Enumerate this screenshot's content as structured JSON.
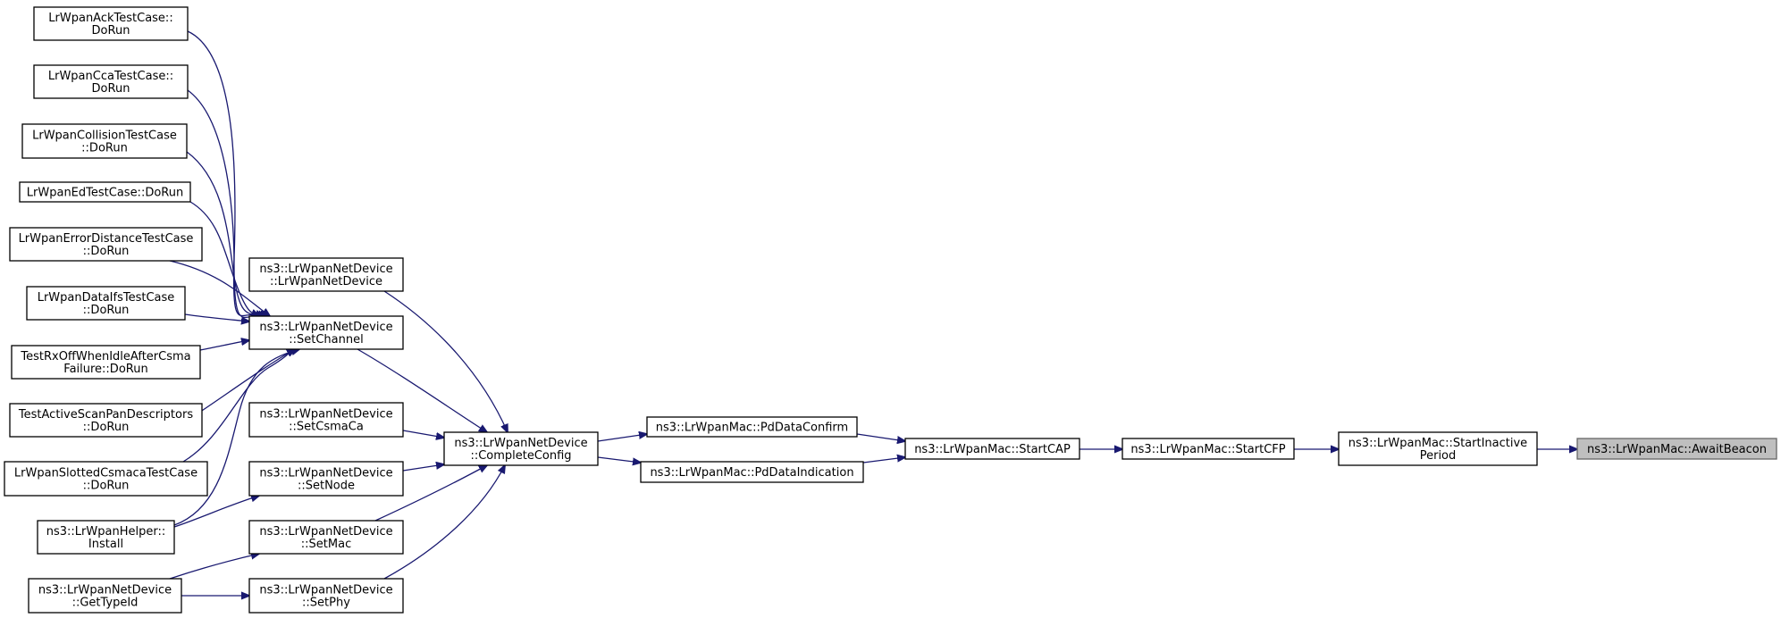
{
  "nodes": {
    "ack": [
      "LrWpanAckTestCase::",
      "DoRun"
    ],
    "cca": [
      "LrWpanCcaTestCase::",
      "DoRun"
    ],
    "collision": [
      "LrWpanCollisionTestCase",
      "::DoRun"
    ],
    "ed": [
      "LrWpanEdTestCase::DoRun"
    ],
    "errdist": [
      "LrWpanErrorDistanceTestCase",
      "::DoRun"
    ],
    "dataifs": [
      "LrWpanDataIfsTestCase",
      "::DoRun"
    ],
    "rxoff": [
      "TestRxOffWhenIdleAfterCsma",
      "Failure::DoRun"
    ],
    "activescan": [
      "TestActiveScanPanDescriptors",
      "::DoRun"
    ],
    "slotted": [
      "LrWpanSlottedCsmacaTestCase",
      "::DoRun"
    ],
    "helper_install": [
      "ns3::LrWpanHelper::",
      "Install"
    ],
    "gettypeid": [
      "ns3::LrWpanNetDevice",
      "::GetTypeId"
    ],
    "ctor": [
      "ns3::LrWpanNetDevice",
      "::LrWpanNetDevice"
    ],
    "setchannel": [
      "ns3::LrWpanNetDevice",
      "::SetChannel"
    ],
    "setcsmaca": [
      "ns3::LrWpanNetDevice",
      "::SetCsmaCa"
    ],
    "setnode": [
      "ns3::LrWpanNetDevice",
      "::SetNode"
    ],
    "setmac": [
      "ns3::LrWpanNetDevice",
      "::SetMac"
    ],
    "setphy": [
      "ns3::LrWpanNetDevice",
      "::SetPhy"
    ],
    "completeconfig": [
      "ns3::LrWpanNetDevice",
      "::CompleteConfig"
    ],
    "pddataconfirm": [
      "ns3::LrWpanMac::PdDataConfirm"
    ],
    "pddataindication": [
      "ns3::LrWpanMac::PdDataIndication"
    ],
    "startcap": [
      "ns3::LrWpanMac::StartCAP"
    ],
    "startcfp": [
      "ns3::LrWpanMac::StartCFP"
    ],
    "startinactive": [
      "ns3::LrWpanMac::StartInactive",
      "Period"
    ],
    "awaitbeacon": [
      "ns3::LrWpanMac::AwaitBeacon"
    ]
  },
  "edges": [
    [
      "ack",
      "setchannel"
    ],
    [
      "cca",
      "setchannel"
    ],
    [
      "collision",
      "setchannel"
    ],
    [
      "ed",
      "setchannel"
    ],
    [
      "errdist",
      "setchannel"
    ],
    [
      "dataifs",
      "setchannel"
    ],
    [
      "rxoff",
      "setchannel"
    ],
    [
      "activescan",
      "setchannel"
    ],
    [
      "slotted",
      "setchannel"
    ],
    [
      "helper_install",
      "setchannel"
    ],
    [
      "helper_install",
      "setnode"
    ],
    [
      "gettypeid",
      "setmac"
    ],
    [
      "gettypeid",
      "setphy"
    ],
    [
      "ctor",
      "completeconfig"
    ],
    [
      "setchannel",
      "completeconfig"
    ],
    [
      "setcsmaca",
      "completeconfig"
    ],
    [
      "setnode",
      "completeconfig"
    ],
    [
      "setmac",
      "completeconfig"
    ],
    [
      "setphy",
      "completeconfig"
    ],
    [
      "completeconfig",
      "pddataconfirm"
    ],
    [
      "completeconfig",
      "pddataindication"
    ],
    [
      "pddataconfirm",
      "startcap"
    ],
    [
      "pddataindication",
      "startcap"
    ],
    [
      "startcap",
      "startcfp"
    ],
    [
      "startcfp",
      "startinactive"
    ],
    [
      "startinactive",
      "awaitbeacon"
    ]
  ],
  "highlighted_node": "awaitbeacon",
  "colors": {
    "edge": "#191970",
    "current_fill": "#bfbfbf"
  }
}
